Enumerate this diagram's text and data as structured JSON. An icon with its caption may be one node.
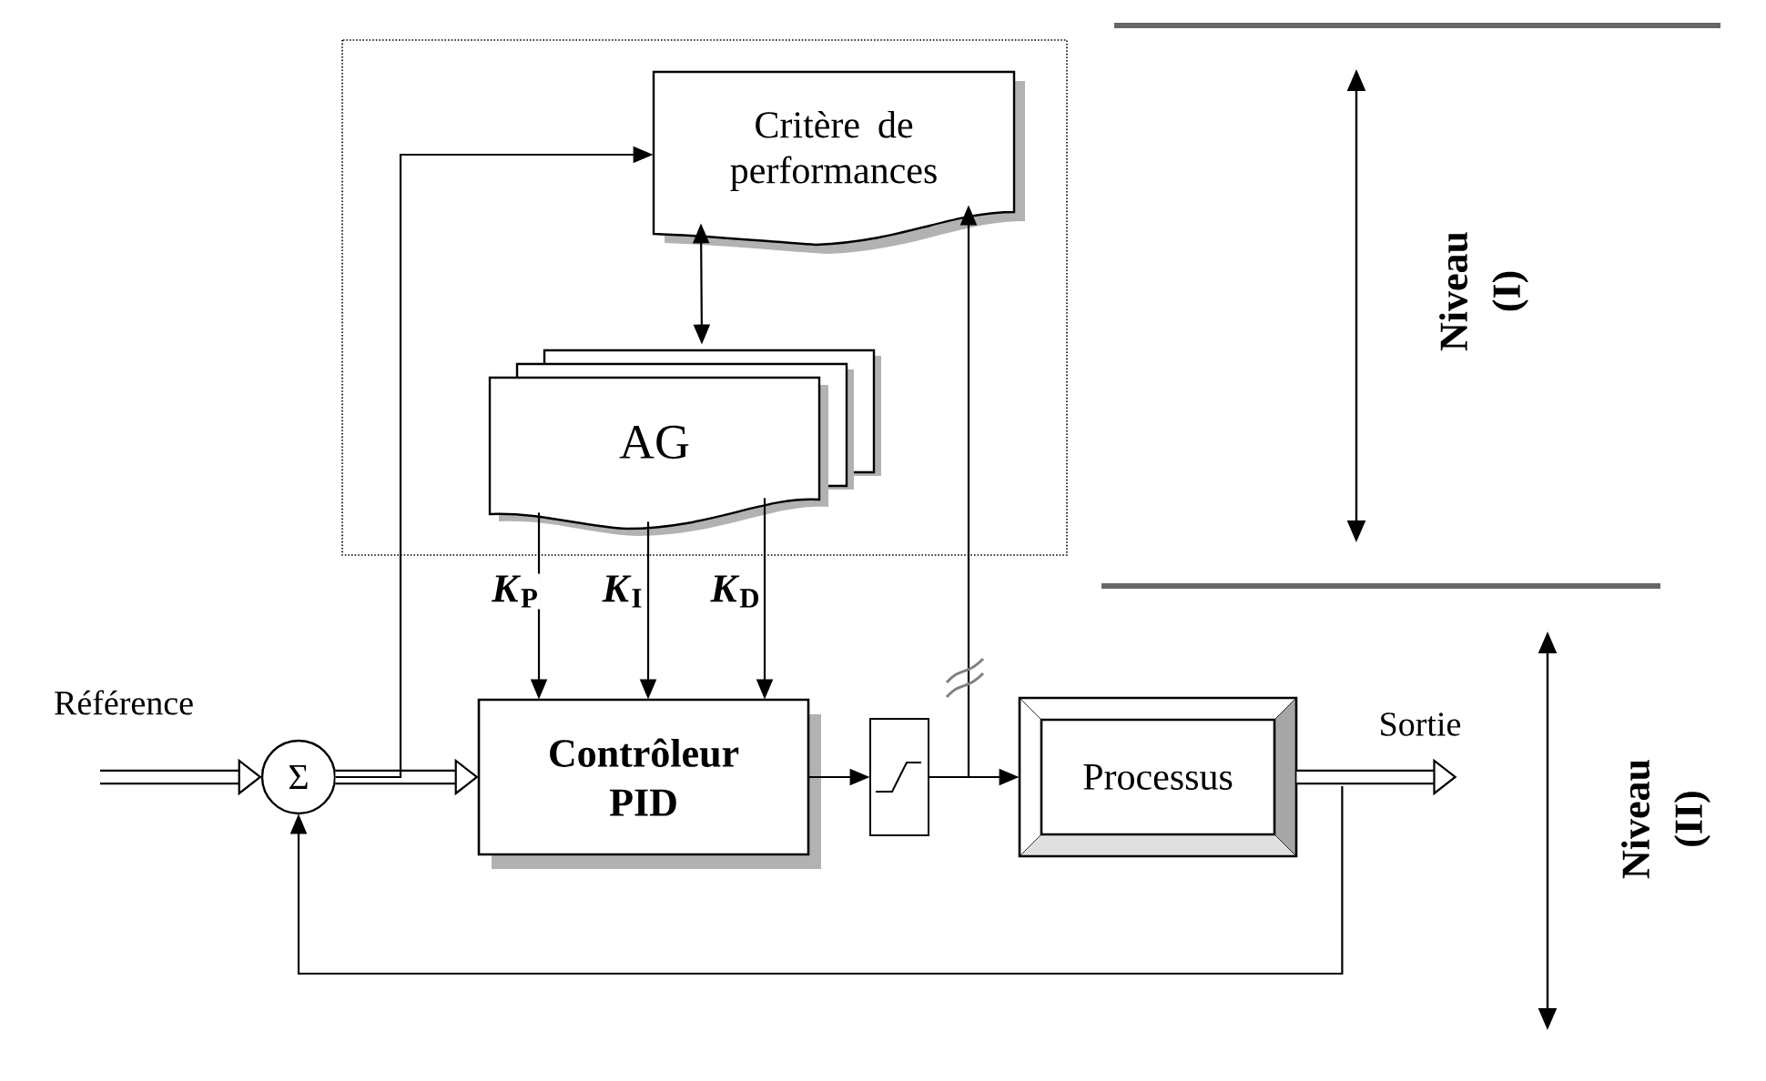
{
  "diagram": {
    "nodes": [
      {
        "text": [],
        "shape": "box"
      },
      {
        "text": [
          "Critère de performances"
        ],
        "in": 0
      },
      {
        "text": [
          "AG"
        ],
        "in": 0
      },
      {
        "text": [
          "Σ"
        ]
      },
      {
        "text": [
          "Contrôleur PID"
        ]
      },
      {
        "text": [],
        "shape": "box"
      },
      {
        "text": [
          "Processus"
        ]
      }
    ],
    "edges": [
      {
        "from": null,
        "to": 3,
        "arrow": "to",
        "style": "thick"
      },
      {
        "from": 3,
        "to": 4,
        "arrow": "to",
        "style": "thick"
      },
      {
        "from": 3,
        "to": 1,
        "arrow": "to"
      },
      {
        "from": 1,
        "to": 2,
        "arrow": "both"
      },
      {
        "from": 2,
        "to": 4,
        "arrow": "to",
        "label": "*K*$_{P}$"
      },
      {
        "from": 2,
        "to": 4,
        "arrow": "to",
        "label": "*K*$_{I}$"
      },
      {
        "from": 2,
        "to": 4,
        "arrow": "to",
        "label": "*K*$_{D}$"
      },
      {
        "from": 4,
        "to": 5,
        "arrow": "to"
      },
      {
        "from": 5,
        "to": 6,
        "arrow": "to"
      },
      {
        "from": 5,
        "to": 1,
        "arrow": "to"
      },
      {
        "from": 6,
        "to": null,
        "arrow": "to",
        "style": "thick"
      },
      {
        "from": 6,
        "to": 3,
        "arrow": "to"
      }
    ],
    "labels": [
      "Référence",
      "Sortie",
      "Niveau (I)",
      "Niveau (II)"
    ]
  }
}
